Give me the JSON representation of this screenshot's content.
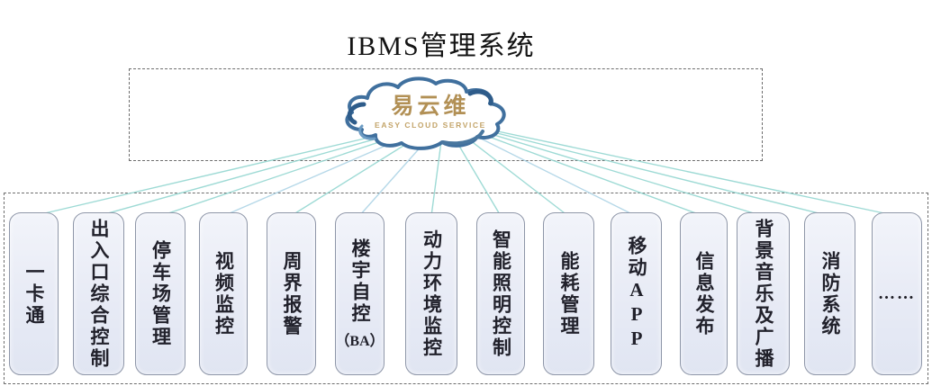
{
  "title": "IBMS管理系统",
  "cloud": {
    "brand": "易云维",
    "tagline": "EASY CLOUD SERVICE"
  },
  "modules": [
    {
      "label": "一卡通"
    },
    {
      "label": "出入口综合控制"
    },
    {
      "label": "停车场管理"
    },
    {
      "label": "视频监控"
    },
    {
      "label": "周界报警"
    },
    {
      "label": "楼宇自控",
      "sub": "（BA）"
    },
    {
      "label": "动力环境监控"
    },
    {
      "label": "智能照明控制"
    },
    {
      "label": "能耗管理"
    },
    {
      "label": "移动APP"
    },
    {
      "label": "信息发布"
    },
    {
      "label": "背景音乐及广播"
    },
    {
      "label": "消防系统"
    },
    {
      "label": "……"
    }
  ],
  "colors": {
    "brand_gold": "#b29055",
    "cloud_blue": "#40709e",
    "connector_teal": "#94d7d1",
    "box_fill": "#e9ecf6",
    "box_border": "#8e96a8",
    "dash_border": "#6e6e6e",
    "text": "#21212b"
  }
}
